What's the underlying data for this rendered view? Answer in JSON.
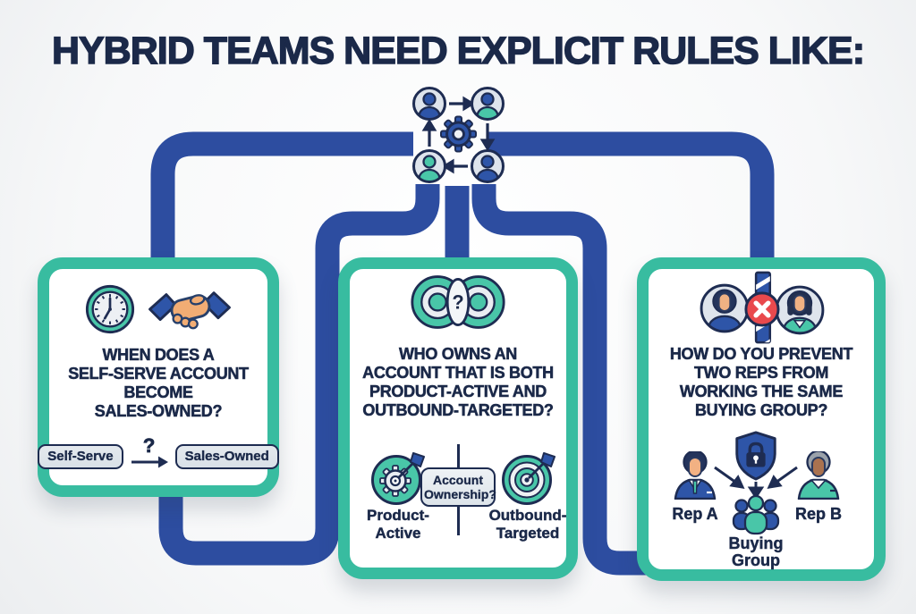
{
  "title": "HYBRID TEAMS NEED EXPLICIT RULES LIKE:",
  "colors": {
    "navy": "#1e2c52",
    "text_navy": "#1b2949",
    "pipe_blue": "#2d4da0",
    "icon_blue": "#2e55a8",
    "teal": "#38bca0",
    "icon_teal": "#49c6a8",
    "red": "#e9494d",
    "pill_bg": "#dde4ea"
  },
  "hub": {
    "icon": "team-workflow-gear-icon"
  },
  "cards": {
    "left": {
      "icons": [
        "clock-icon",
        "handshake-icon"
      ],
      "title_lines": [
        "WHEN DOES A",
        "SELF-SERVE ACCOUNT",
        "BECOME",
        "SALES-OWNED?"
      ],
      "flow": {
        "from_label": "Self-Serve",
        "question": "?",
        "to_label": "Sales-Owned"
      }
    },
    "middle": {
      "icon": "overlapping-rings-question-icon",
      "icon_question": "?",
      "title_lines": [
        "WHO OWNS AN",
        "ACCOUNT THAT IS BOTH",
        "PRODUCT-ACTIVE AND",
        "OUTBOUND-TARGETED?"
      ],
      "diagram": {
        "left_icon": "gear-dart-icon",
        "right_icon": "target-dart-icon",
        "left_label_lines": [
          "Product-",
          "Active"
        ],
        "box_lines": [
          "Account",
          "Ownership?"
        ],
        "right_label_lines": [
          "Outbound-",
          "Targeted"
        ]
      }
    },
    "right": {
      "icon": "two-reps-conflict-icon",
      "title_lines": [
        "HOW DO YOU PREVENT",
        "TWO REPS FROM",
        "WORKING THE SAME",
        "BUYING GROUP?"
      ],
      "diagram": {
        "shield_icon": "shield-lock-icon",
        "rep_a": "Rep A",
        "rep_b": "Rep B",
        "group_icon": "buying-group-icon",
        "group_lines": [
          "Buying",
          "Group"
        ]
      }
    }
  }
}
